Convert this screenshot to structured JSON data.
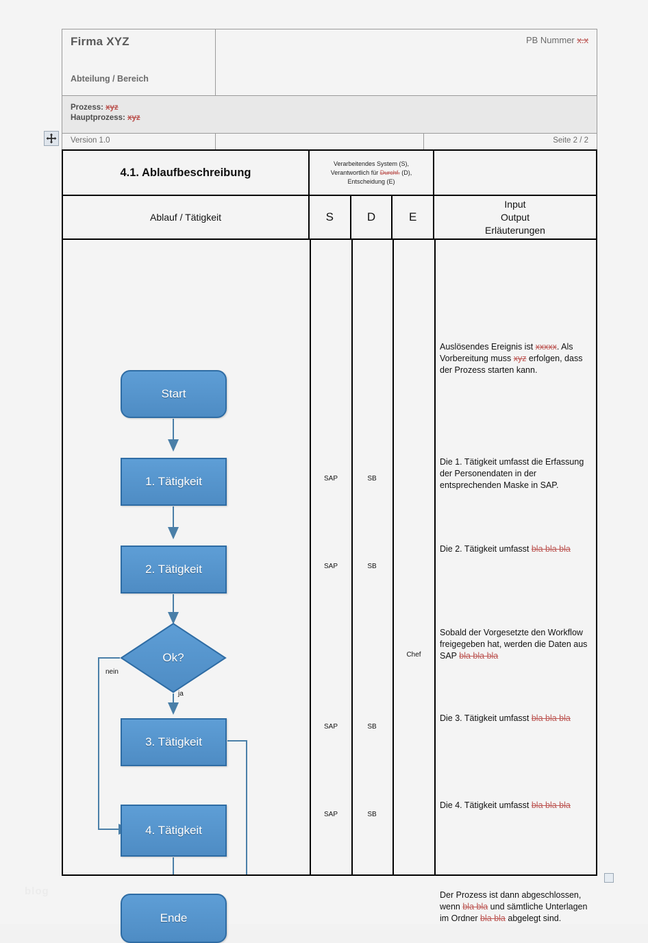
{
  "document": {
    "header": {
      "company": "Firma XYZ",
      "department": "Abteilung / Bereich",
      "pb_number": "PB Nummer ",
      "pb_number_placeholder": "x.x",
      "process_label": "Prozess: ",
      "process_value": "xyz",
      "main_process_label": "Hauptprozess: ",
      "main_process_value": "xyz",
      "version": "Version 1.0",
      "page": "Seite 2 / 2"
    },
    "table": {
      "section_title": "4.1. Ablaufbeschreibung",
      "sde_description_line1": "Verarbeitendes System (S),",
      "sde_description_line2_a": "Verantwortlich für ",
      "sde_description_line2_b": "Durchf.",
      "sde_description_line2_c": " (D),",
      "sde_description_line3": "Entscheidung (E)",
      "col_flow": "Ablauf / Tätigkeit",
      "col_s": "S",
      "col_d": "D",
      "col_e": "E",
      "col_io_line1": "Input",
      "col_io_line2": "Output",
      "col_io_line3": "Erläuterungen"
    },
    "flow": {
      "nodes": [
        {
          "id": "start",
          "label": "Start",
          "shape": "rounded"
        },
        {
          "id": "task1",
          "label": "1. Tätigkeit",
          "shape": "rect"
        },
        {
          "id": "task2",
          "label": "2. Tätigkeit",
          "shape": "rect"
        },
        {
          "id": "decision",
          "label": "Ok?",
          "shape": "diamond"
        },
        {
          "id": "task3",
          "label": "3. Tätigkeit",
          "shape": "rect"
        },
        {
          "id": "task4",
          "label": "4. Tätigkeit",
          "shape": "rect"
        },
        {
          "id": "end",
          "label": "Ende",
          "shape": "rounded"
        }
      ],
      "branch_no": "nein",
      "branch_yes": "ja",
      "fill_color": "#5b9bd5",
      "border_color": "#2e6ca4",
      "connector_color": "#4a7fa8"
    },
    "rows": [
      {
        "id": "row-start",
        "s": "",
        "d": "",
        "e": "",
        "io": [
          {
            "t": "Auslösendes Ereignis ist ",
            "k": "n"
          },
          {
            "t": "xxxxx",
            "k": "s"
          },
          {
            "t": ". Als Vorbereitung muss ",
            "k": "n"
          },
          {
            "t": "xyz",
            "k": "s"
          },
          {
            "t": " erfolgen, dass der Prozess starten kann.",
            "k": "n"
          }
        ]
      },
      {
        "id": "row-task1",
        "s": "SAP",
        "d": "SB",
        "e": "",
        "io": [
          {
            "t": "Die 1. Tätigkeit umfasst die Erfassung der Personendaten in der entsprechenden Maske in SAP.",
            "k": "n"
          }
        ]
      },
      {
        "id": "row-task2",
        "s": "SAP",
        "d": "SB",
        "e": "",
        "io": [
          {
            "t": "Die 2. Tätigkeit umfasst ",
            "k": "n"
          },
          {
            "t": "bla bla bla",
            "k": "s"
          }
        ]
      },
      {
        "id": "row-decision",
        "s": "",
        "d": "",
        "e": "Chef",
        "io": [
          {
            "t": "Sobald der Vorgesetzte den Workflow freigegeben hat, werden die Daten aus SAP ",
            "k": "n"
          },
          {
            "t": "bla bla bla",
            "k": "s"
          }
        ]
      },
      {
        "id": "row-task3",
        "s": "SAP",
        "d": "SB",
        "e": "",
        "io": [
          {
            "t": "Die 3. Tätigkeit umfasst ",
            "k": "n"
          },
          {
            "t": "bla bla bla",
            "k": "s"
          }
        ]
      },
      {
        "id": "row-task4",
        "s": "SAP",
        "d": "SB",
        "e": "",
        "io": [
          {
            "t": "Die 4. Tätigkeit umfasst ",
            "k": "n"
          },
          {
            "t": "bla bla bla",
            "k": "s"
          }
        ]
      },
      {
        "id": "row-end",
        "s": "",
        "d": "",
        "e": "",
        "io": [
          {
            "t": "Der Prozess ist dann abgeschlossen, wenn ",
            "k": "n"
          },
          {
            "t": "bla bla",
            "k": "s"
          },
          {
            "t": " und sämtliche Unterlagen im Ordner ",
            "k": "n"
          },
          {
            "t": "bla bla",
            "k": "s"
          },
          {
            "t": " abgelegt sind.",
            "k": "n"
          }
        ]
      }
    ],
    "canvas": {
      "move_handle": "move-handle-icon",
      "resize_handle": "resize-handle",
      "watermark": "blog"
    }
  }
}
